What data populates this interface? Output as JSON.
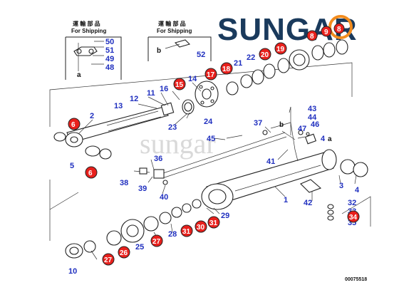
{
  "logo": {
    "text": "SUNGAR"
  },
  "watermark": {
    "text": "sungar"
  },
  "shipping_boxes": [
    {
      "heading_top": "運 輸 部 品",
      "heading": "For Shipping"
    },
    {
      "heading_top": "運 輸 部 品",
      "heading": "For Shipping"
    }
  ],
  "letters": {
    "a": "a",
    "b": "b"
  },
  "drawing_code": "00075518",
  "labels_blue": [
    "50",
    "51",
    "49",
    "48",
    "52",
    "2",
    "1",
    "3",
    "4",
    "5",
    "10",
    "11",
    "12",
    "13",
    "14",
    "16",
    "21",
    "22",
    "23",
    "24",
    "25",
    "28",
    "29",
    "32",
    "33",
    "35",
    "36",
    "37",
    "38",
    "39",
    "40",
    "41",
    "42",
    "43",
    "44",
    "45",
    "46",
    "47"
  ],
  "labels_red": [
    "6",
    "6",
    "15",
    "17",
    "18",
    "19",
    "20",
    "26",
    "27",
    "27",
    "30",
    "31",
    "31",
    "34",
    "8",
    "9",
    "8"
  ],
  "colors": {
    "label_blue": "#1f2fbf",
    "badge_red": "#e8201c",
    "logo_navy": "#1a3a5c",
    "logo_orange": "#f28c1e"
  }
}
